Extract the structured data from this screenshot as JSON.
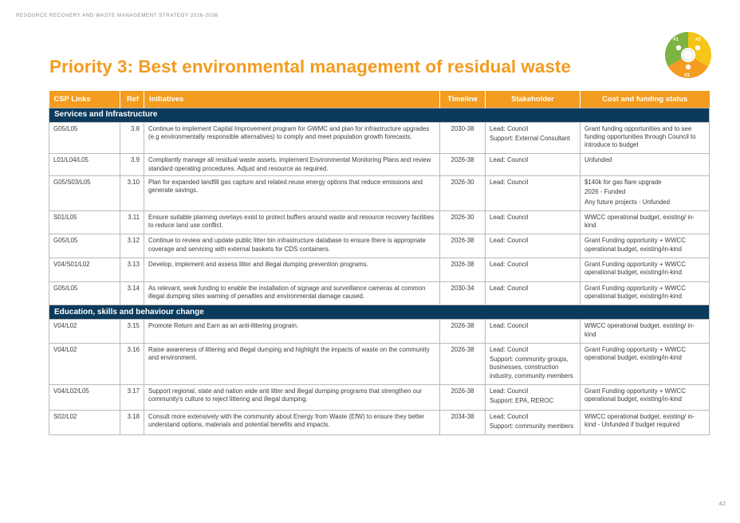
{
  "running_head": "RESOURCE RECOVERY AND WASTE MANAGEMENT STRATEGY 2026-2038",
  "title": "Priority 3: Best environmental management of residual waste",
  "wheel": {
    "labels": [
      "#1",
      "#2",
      "#3"
    ],
    "colors": {
      "green": "#7cb342",
      "yellow": "#f5c518",
      "orange": "#f39c1f"
    }
  },
  "table": {
    "headers": {
      "csp": "CSP Links",
      "ref": "Ref",
      "initiatives": "Initiatives",
      "timeline": "Timeline",
      "stakeholder": "Stakeholder",
      "cost": "Cost and funding status"
    },
    "sections": [
      {
        "title": "Services and Infrastructure",
        "rows": [
          {
            "csp": "G05/L05",
            "ref": "3.8",
            "initiative": "Continue to implement Capital Improvement program for GWMC and plan for infrastructure upgrades (e.g environmentally responsible alternatives) to comply and meet population growth forecasts.",
            "timeline": "2030-38",
            "stakeholder": [
              "Lead: Council",
              "Support: External Consultant"
            ],
            "cost": [
              "Grant funding opportunities and to see funding opportunities through Council to introduce to budget"
            ]
          },
          {
            "csp": "L01/L04/L05",
            "ref": "3.9",
            "initiative": "Compliantly manage all residual waste assets, implement Environmental Monitoring Plans and review standard operating procedures. Adjust and resource as required.",
            "timeline": "2026-38",
            "stakeholder": [
              "Lead: Council"
            ],
            "cost": [
              "Unfunded"
            ]
          },
          {
            "csp": "G05/S03/L05",
            "ref": "3.10",
            "initiative": "Plan for expanded landfill gas capture and related reuse energy options that reduce emissions and generate savings.",
            "timeline": "2026-30",
            "stakeholder": [
              "Lead: Council"
            ],
            "cost": [
              "$140k for gas flare upgrade",
              "2026 - Funded",
              "Any future projects - Unfunded"
            ]
          },
          {
            "csp": "S01/L05",
            "ref": "3.11",
            "initiative": "Ensure suitable planning overlays exist to protect buffers around waste and resource recovery facilities to reduce land use conflict.",
            "timeline": "2026-30",
            "stakeholder": [
              "Lead: Council"
            ],
            "cost": [
              "WWCC operational budget, existing/ in-kind"
            ]
          },
          {
            "csp": "G05/L05",
            "ref": "3.12",
            "initiative": "Continue to review and update public litter bin infrastructure database to ensure there is appropriate coverage and servicing with external baskets for CDS containers.",
            "timeline": "2026-38",
            "stakeholder": [
              "Lead: Council"
            ],
            "cost": [
              "Grant Funding opportunity + WWCC operational budget, existing/in-kind"
            ]
          },
          {
            "csp": "V04/S01/L02",
            "ref": "3.13",
            "initiative": "Develop, implement and assess litter and illegal dumping prevention programs.",
            "timeline": "2026-38",
            "stakeholder": [
              "Lead: Council"
            ],
            "cost": [
              "Grant Funding opportunity + WWCC operational budget, existing/in-kind"
            ]
          },
          {
            "csp": "G05/L05",
            "ref": "3.14",
            "initiative": "As relevant, seek funding to enable the installation of signage and surveillance cameras at common illegal dumping sites warning of penalties and environmental damage caused.",
            "timeline": "2030-34",
            "stakeholder": [
              "Lead: Council"
            ],
            "cost": [
              "Grant Funding opportunity + WWCC operational budget, existing/in-kind"
            ]
          }
        ]
      },
      {
        "title": "Education, skills and behaviour change",
        "rows": [
          {
            "csp": "V04/L02",
            "ref": "3.15",
            "initiative": "Promote Return and Earn as an anti-littering program.",
            "timeline": "2026-38",
            "stakeholder": [
              "Lead: Council"
            ],
            "cost": [
              "WWCC operational budget, existing/ in-kind"
            ]
          },
          {
            "csp": "V04/L02",
            "ref": "3.16",
            "initiative": "Raise awareness of littering and illegal dumping and highlight the impacts of waste on the community and environment.",
            "timeline": "2026-38",
            "stakeholder": [
              "Lead: Council",
              "Support: community groups, businesses, construction industry, community members"
            ],
            "cost": [
              "Grant Funding opportunity + WWCC operational budget, existing/in-kind"
            ]
          },
          {
            "csp": "V04/L02/L05",
            "ref": "3.17",
            "initiative": "Support regional, state and nation wide anti litter and illegal dumping programs that strengthen our community's culture to reject littering and illegal dumping.",
            "timeline": "2026-38",
            "stakeholder": [
              "Lead: Council",
              "Support: EPA, REROC"
            ],
            "cost": [
              "Grant Funding opportunity + WWCC operational budget, existing/in-kind"
            ]
          },
          {
            "csp": "S02/L02",
            "ref": "3.18",
            "initiative": "Consult more extensively with the community about Energy from Waste (EfW) to ensure they better understand options, materials and potential benefits and impacts.",
            "timeline": "2034-38",
            "stakeholder": [
              "Lead: Council",
              "Support: community members"
            ],
            "cost": [
              "WWCC operational budget, existing/ in-kind - Unfunded if budget required"
            ]
          }
        ]
      }
    ]
  },
  "page_number": "42"
}
